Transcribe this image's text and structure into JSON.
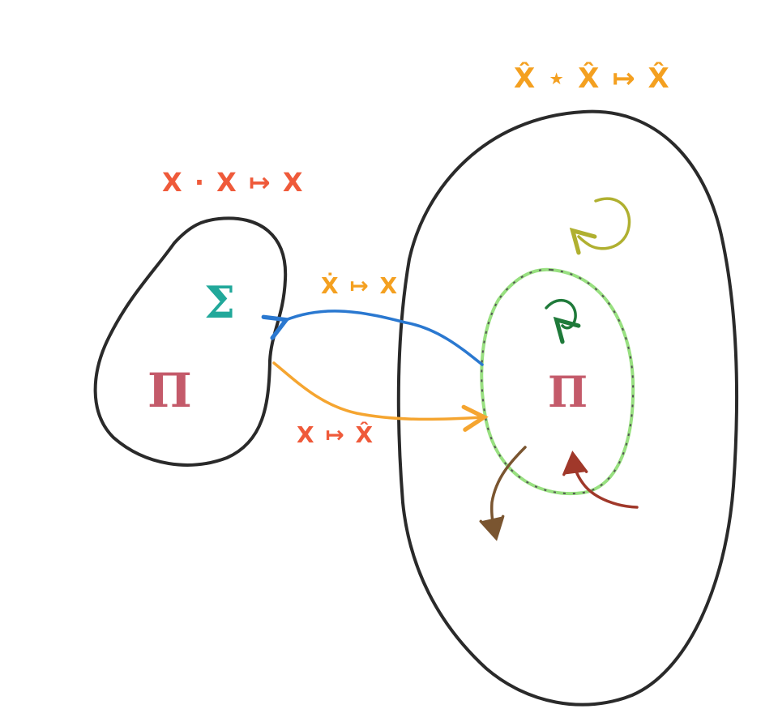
{
  "colors": {
    "outline": "#2a2a2a",
    "label_orange": "#f4a020",
    "label_red": "#ef5a3a",
    "sigma": "#21a89a",
    "pi": "#c45a6a",
    "blue_arrow": "#2a78d0",
    "orange_arrow": "#f5a530",
    "inner_green": "#98e080",
    "loop_olive": "#b0b030",
    "loop_green": "#1f7a3a",
    "arrow_brown": "#7a5530",
    "arrow_darkred": "#a0382a"
  },
  "left_space": {
    "operation_label": "X · X ↦ X",
    "symbol_sigma": "Σ",
    "symbol_pi": "Π"
  },
  "right_space": {
    "operation_label": "X̂ ⋆ X̂ ↦ X̂",
    "symbol_pi": "Π"
  },
  "maps": {
    "backward_label": "Ẋ ↦ X",
    "forward_label": "X ↦ X̂"
  }
}
